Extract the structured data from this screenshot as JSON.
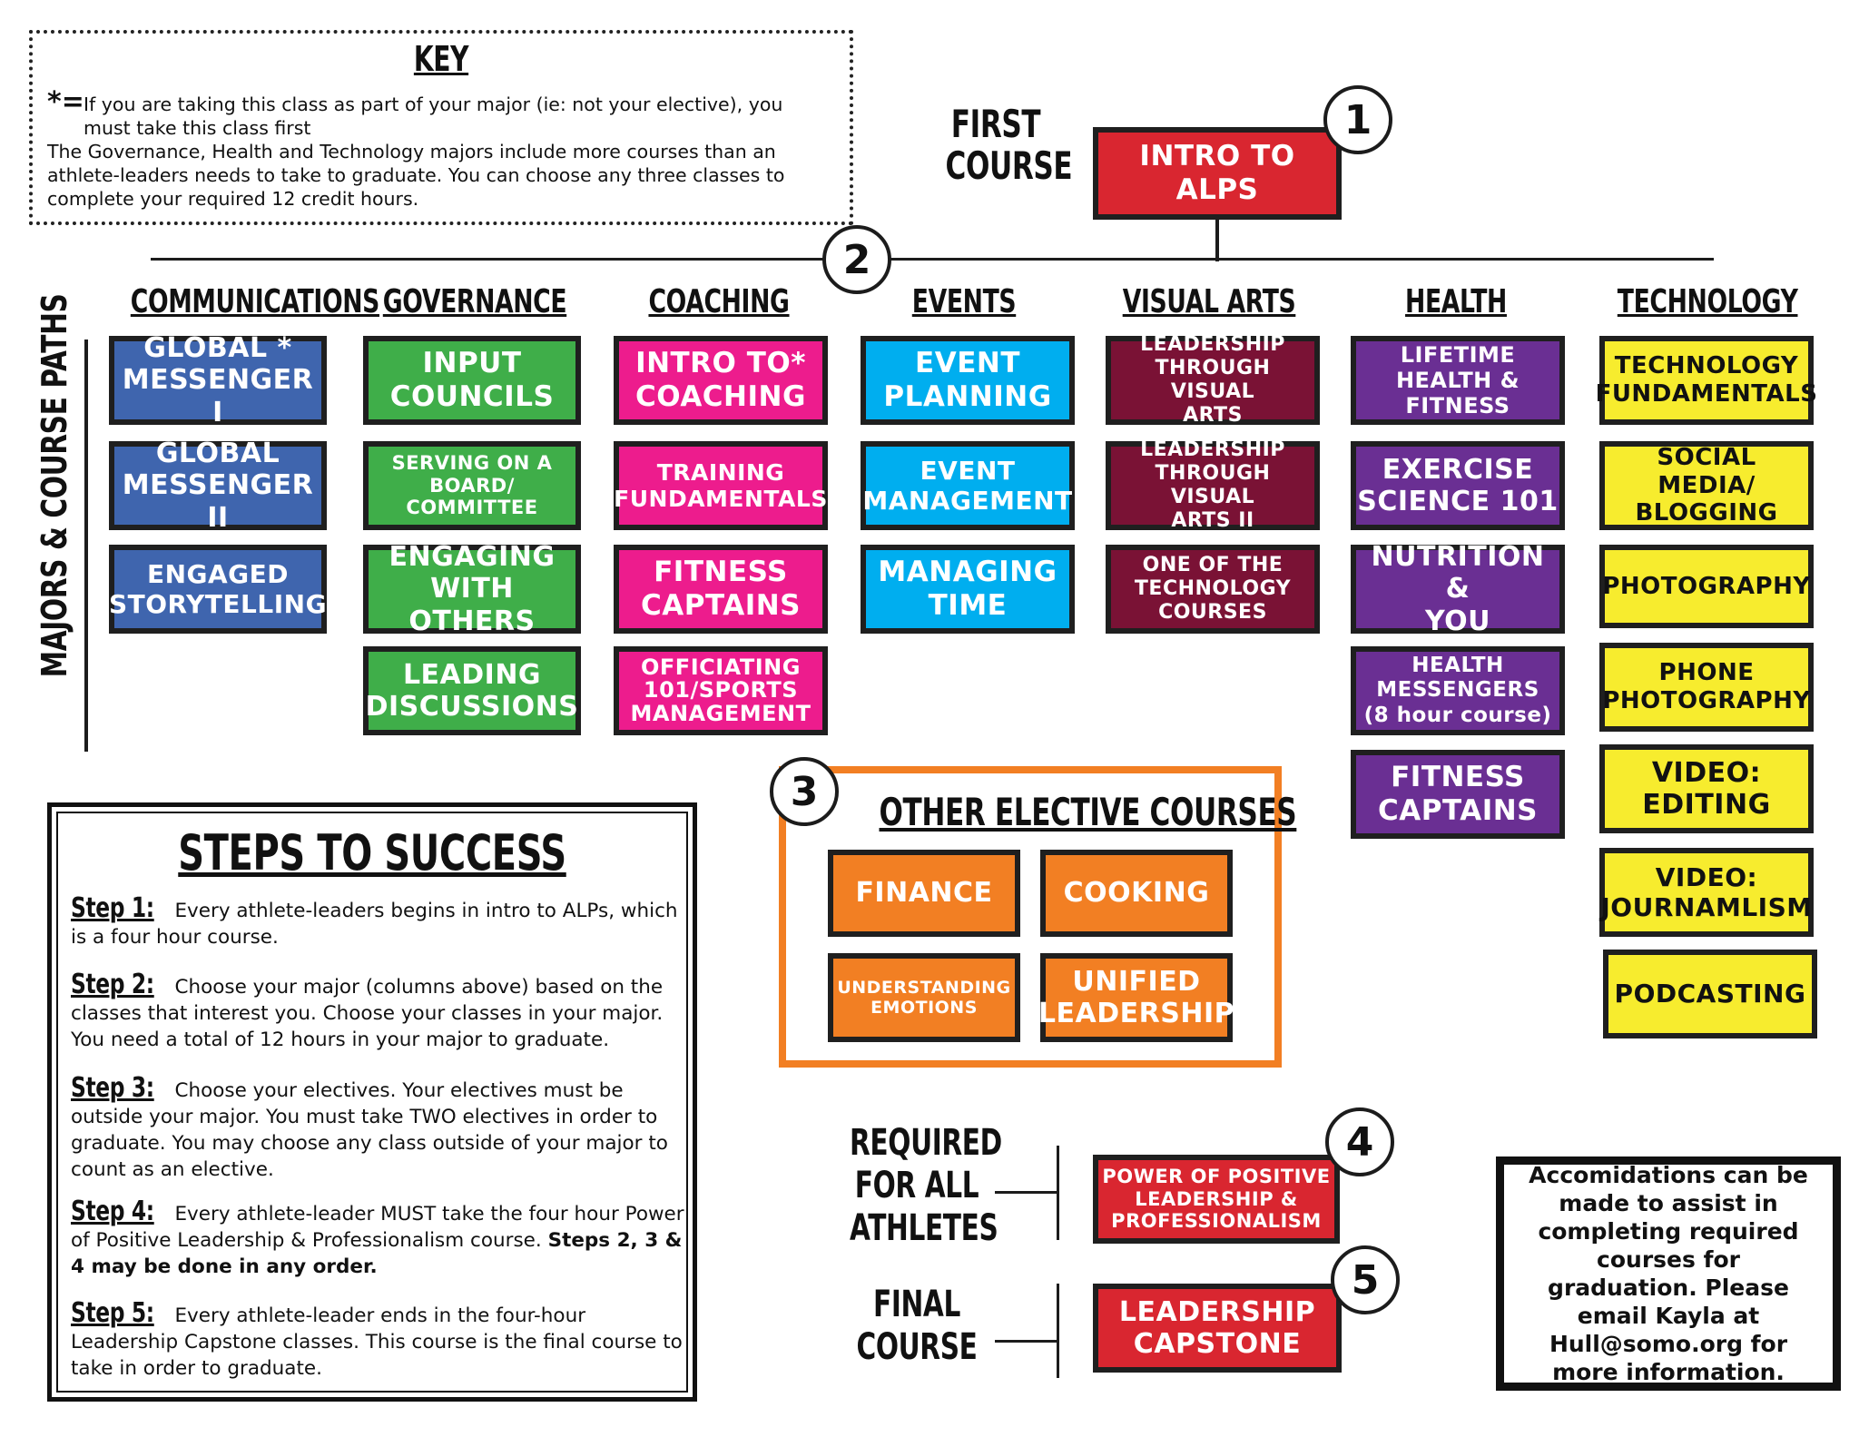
{
  "key": {
    "title": "KEY",
    "star": "*=",
    "star_note": "If you are taking this class as part of your major (ie: not your elective), you must take this class first",
    "note": "The Governance, Health and Technology majors include more courses than an athlete-leaders needs to take to graduate. You can choose any three classes to complete your required 12 credit hours."
  },
  "first_course": {
    "label": "FIRST\nCOURSE",
    "box": "INTRO TO\nALPS",
    "number": "1"
  },
  "majors": {
    "number": "2",
    "side_label": "MAJORS & COURSE PATHS",
    "columns": [
      {
        "heading": "COMMUNICATIONS",
        "courses": [
          "GLOBAL *\nMESSENGER I",
          "GLOBAL\nMESSENGER II",
          "ENGAGED\nSTORYTELLING"
        ]
      },
      {
        "heading": "GOVERNANCE",
        "courses": [
          "INPUT\nCOUNCILS",
          "SERVING ON A\nBOARD/\nCOMMITTEE",
          "ENGAGING\nWITH OTHERS",
          "LEADING\nDISCUSSIONS"
        ]
      },
      {
        "heading": "COACHING",
        "courses": [
          "INTRO TO*\nCOACHING",
          "TRAINING\nFUNDAMENTALS",
          "FITNESS\nCAPTAINS",
          "OFFICIATING\n101/SPORTS\nMANAGEMENT"
        ]
      },
      {
        "heading": "EVENTS",
        "courses": [
          "EVENT\nPLANNING",
          "EVENT\nMANAGEMENT",
          "MANAGING\nTIME"
        ]
      },
      {
        "heading": "VISUAL ARTS",
        "courses": [
          "LEADERSHIP\nTHROUGH VISUAL\nARTS",
          "LEADERSHIP\nTHROUGH VISUAL\nARTS II",
          "ONE OF THE\nTECHNOLOGY\nCOURSES"
        ]
      },
      {
        "heading": "HEALTH",
        "courses": [
          "LIFETIME\nHEALTH &\nFITNESS",
          "EXERCISE\nSCIENCE 101",
          "NUTRITION &\nYOU",
          "HEALTH\nMESSENGERS\n(8 hour course)",
          "FITNESS\nCAPTAINS"
        ]
      },
      {
        "heading": "TECHNOLOGY",
        "courses": [
          "TECHNOLOGY\nFUNDAMENTALS",
          "SOCIAL MEDIA/\nBLOGGING",
          "PHOTOGRAPHY",
          "PHONE\nPHOTOGRAPHY",
          "VIDEO:\nEDITING",
          "VIDEO:\nJOURNAMLISM",
          "PODCASTING"
        ]
      }
    ]
  },
  "electives": {
    "number": "3",
    "title": "OTHER ELECTIVE  COURSES",
    "courses": [
      "FINANCE",
      "COOKING",
      "UNDERSTANDING\nEMOTIONS",
      "UNIFIED\nLEADERSHIP"
    ]
  },
  "required": {
    "label": "REQUIRED\nFOR ALL\nATHLETES",
    "box": "POWER OF POSITIVE\nLEADERSHIP &\nPROFESSIONALISM",
    "number": "4"
  },
  "final": {
    "label": "FINAL\nCOURSE",
    "box": "LEADERSHIP\nCAPSTONE",
    "number": "5"
  },
  "steps": {
    "title": "STEPS TO SUCCESS",
    "items": [
      {
        "label": "Step 1:",
        "text": "Every athlete-leaders begins in intro to ALPs, which is a four hour course.",
        "bold": ""
      },
      {
        "label": "Step 2:",
        "text": "Choose your major (columns above) based on the classes that interest you.  Choose your classes in your major. You need a total of 12 hours in your major to graduate.",
        "bold": ""
      },
      {
        "label": "Step 3:",
        "text": "Choose your electives. Your electives must be outside your major. You must take TWO electives in order to graduate. You may choose any class outside of your major to count as an elective.",
        "bold": ""
      },
      {
        "label": "Step 4:",
        "text": "Every athlete-leader MUST take the four hour Power of Positive Leadership & Professionalism course. ",
        "bold": "Steps 2, 3 & 4 may be done in any order."
      },
      {
        "label": "Step 5:",
        "text": "Every athlete-leader ends in the four-hour Leadership Capstone classes. This course is the final course to take in order to graduate.",
        "bold": ""
      }
    ]
  },
  "accommodations": "Accomidations can be made to assist in completing required courses for graduation. Please email Kayla at Hull@somo.org for more information.",
  "colors": {
    "communications": "#3f65ae",
    "governance": "#3fae49",
    "coaching": "#ed1c8d",
    "events": "#00aeef",
    "visual_arts": "#7a1235",
    "health": "#6a2f93",
    "technology": "#f7ec2e",
    "electives": "#f27f23",
    "required": "#d92630"
  }
}
